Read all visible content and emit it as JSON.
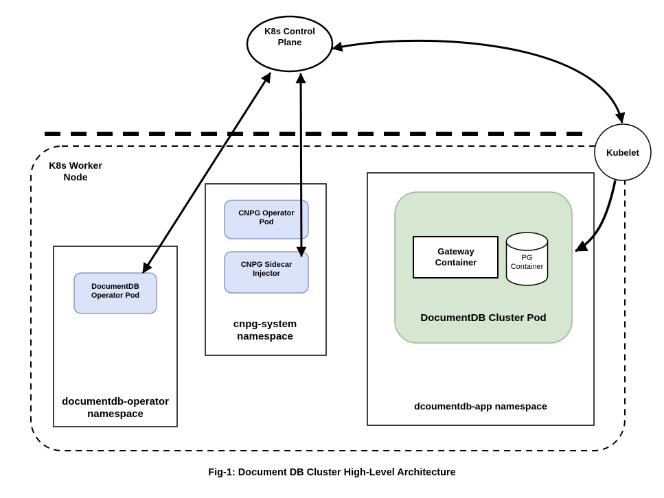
{
  "caption": "Fig-1: Document DB Cluster High-Level Architecture",
  "control_plane": {
    "label": "K8s Control Plane"
  },
  "kubelet": {
    "label": "Kubelet"
  },
  "worker_node": {
    "label": "K8s Worker Node"
  },
  "namespaces": {
    "operator": {
      "label": "documentdb-operator namespace",
      "pod": "DocumentDB Operator Pod"
    },
    "cnpg": {
      "label": "cnpg-system namespace",
      "operator_pod": "CNPG Operator Pod",
      "sidecar_injector": "CNPG Sidecar Injector"
    },
    "app": {
      "label": "dcoumentdb-app namespace",
      "cluster_pod": "DocumentDB Cluster Pod",
      "gateway_container": "Gateway Container",
      "pg_container": "PG Container"
    }
  },
  "colors": {
    "pod-blue-fill": "#dbe3f8",
    "pod-blue-stroke": "#8a9ac6",
    "pod-green-fill": "#d6e6d0",
    "pod-green-stroke": "#9bb58c",
    "line-color": "#000000"
  }
}
